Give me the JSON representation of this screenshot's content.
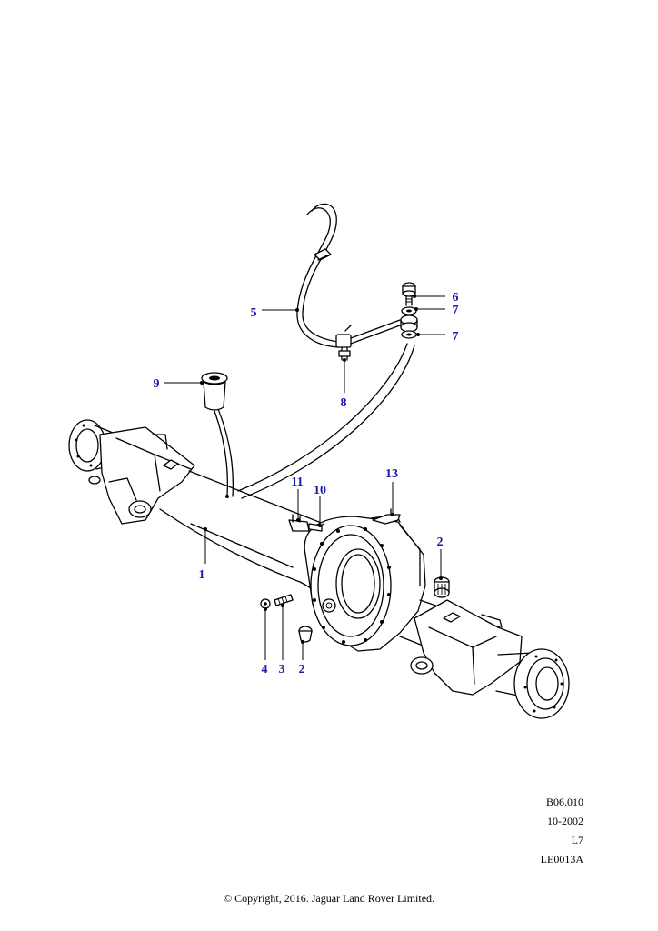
{
  "callouts": [
    {
      "id": "c1",
      "label": "1"
    },
    {
      "id": "c2a",
      "label": "2"
    },
    {
      "id": "c2b",
      "label": "2"
    },
    {
      "id": "c3",
      "label": "3"
    },
    {
      "id": "c4",
      "label": "4"
    },
    {
      "id": "c5",
      "label": "5"
    },
    {
      "id": "c6",
      "label": "6"
    },
    {
      "id": "c7a",
      "label": "7"
    },
    {
      "id": "c7b",
      "label": "7"
    },
    {
      "id": "c8",
      "label": "8"
    },
    {
      "id": "c9",
      "label": "9"
    },
    {
      "id": "c10",
      "label": "10"
    },
    {
      "id": "c11",
      "label": "11"
    },
    {
      "id": "c13",
      "label": "13"
    }
  ],
  "meta": {
    "section_ref": "B06.010",
    "date": "10-2002",
    "model": "L7",
    "drawing_id": "LE0013A"
  },
  "footer": {
    "copyright": "© Copyright, 2016. Jaguar Land Rover Limited."
  },
  "colors": {
    "callout_text": "#1a1aa8",
    "line": "#000000",
    "background": "#ffffff"
  }
}
